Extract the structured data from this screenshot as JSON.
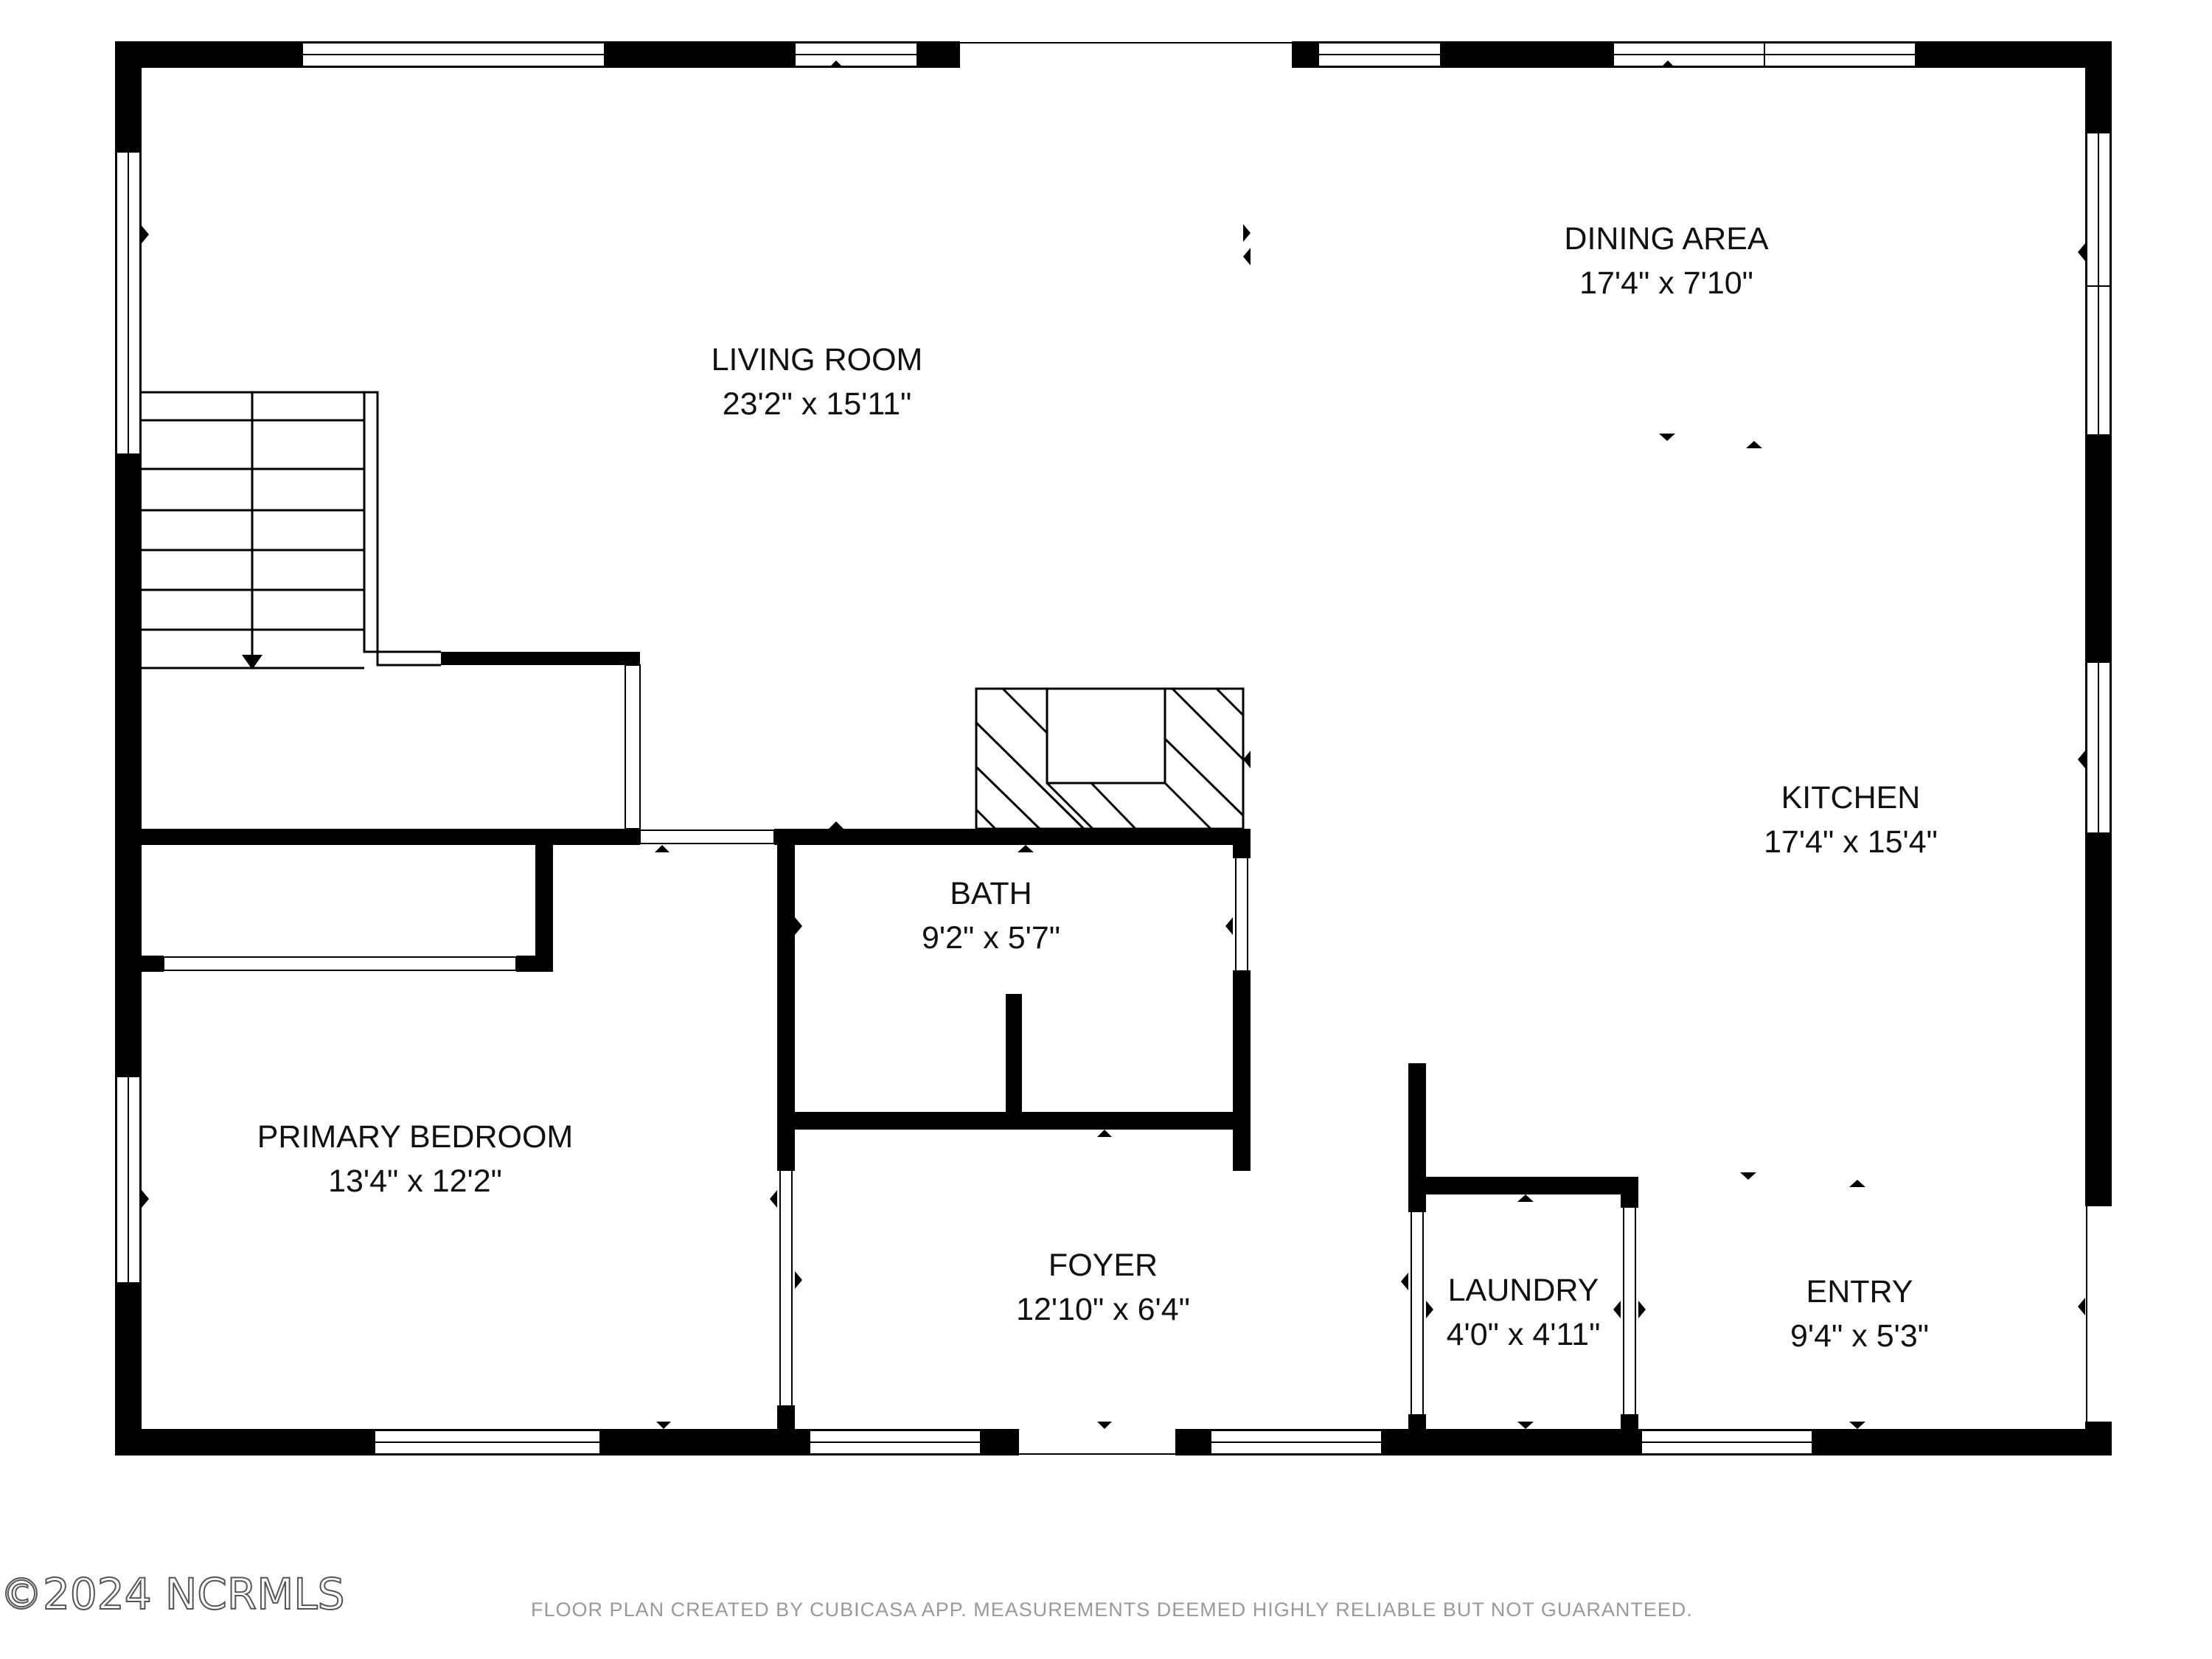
{
  "rooms": {
    "living_room": {
      "name": "LIVING ROOM",
      "dim": "23'2\" x 15'11\""
    },
    "dining_area": {
      "name": "DINING AREA",
      "dim": "17'4\" x 7'10\""
    },
    "kitchen": {
      "name": "KITCHEN",
      "dim": "17'4\" x 15'4\""
    },
    "bath": {
      "name": "BATH",
      "dim": "9'2\" x 5'7\""
    },
    "primary_bedroom": {
      "name": "PRIMARY BEDROOM",
      "dim": "13'4\" x 12'2\""
    },
    "foyer": {
      "name": "FOYER",
      "dim": "12'10\" x 6'4\""
    },
    "laundry": {
      "name": "LAUNDRY",
      "dim": "4'0\" x 4'11\""
    },
    "entry": {
      "name": "ENTRY",
      "dim": "9'4\" x 5'3\""
    }
  },
  "footer": {
    "copyright": "©2024 NCRMLS",
    "disclaimer": "FLOOR PLAN CREATED BY CUBICASA APP. MEASUREMENTS DEEMED HIGHLY RELIABLE BUT NOT GUARANTEED."
  },
  "colors": {
    "wall": "#000000",
    "text": "#111111",
    "note": "#9a9a9a"
  }
}
